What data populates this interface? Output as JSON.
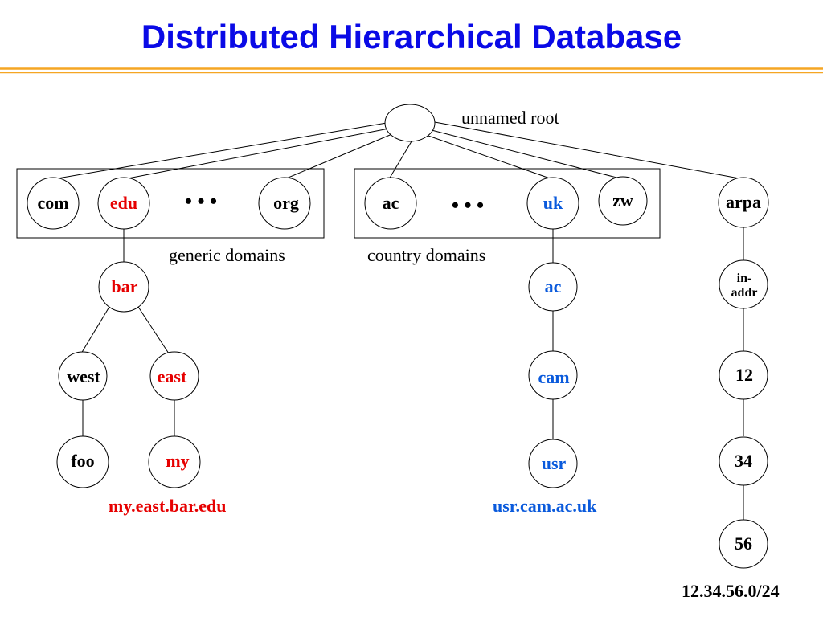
{
  "title": "Distributed Hierarchical Database",
  "colors": {
    "title": "#0a0ae6",
    "rule_orange": "#f5a623",
    "red_path": "#e60000",
    "blue_path": "#0a5adc",
    "ink": "#000000"
  },
  "labels": {
    "root_caption": "unnamed root",
    "generic_caption": "generic domains",
    "country_caption": "country domains",
    "red_fqdn": "my.east.bar.edu",
    "blue_fqdn": "usr.cam.ac.uk",
    "arpa_fqdn": "12.34.56.0/24",
    "ellipsis": "• • •"
  },
  "nodes": {
    "root": "",
    "com": "com",
    "edu": "edu",
    "org": "org",
    "ac_top": "ac",
    "uk": "uk",
    "zw": "zw",
    "arpa": "arpa",
    "bar": "bar",
    "west": "west",
    "east": "east",
    "foo": "foo",
    "my": "my",
    "ac_uk": "ac",
    "cam": "cam",
    "usr": "usr",
    "in_addr_1": "in-",
    "in_addr_2": "addr",
    "n12": "12",
    "n34": "34",
    "n56": "56"
  }
}
